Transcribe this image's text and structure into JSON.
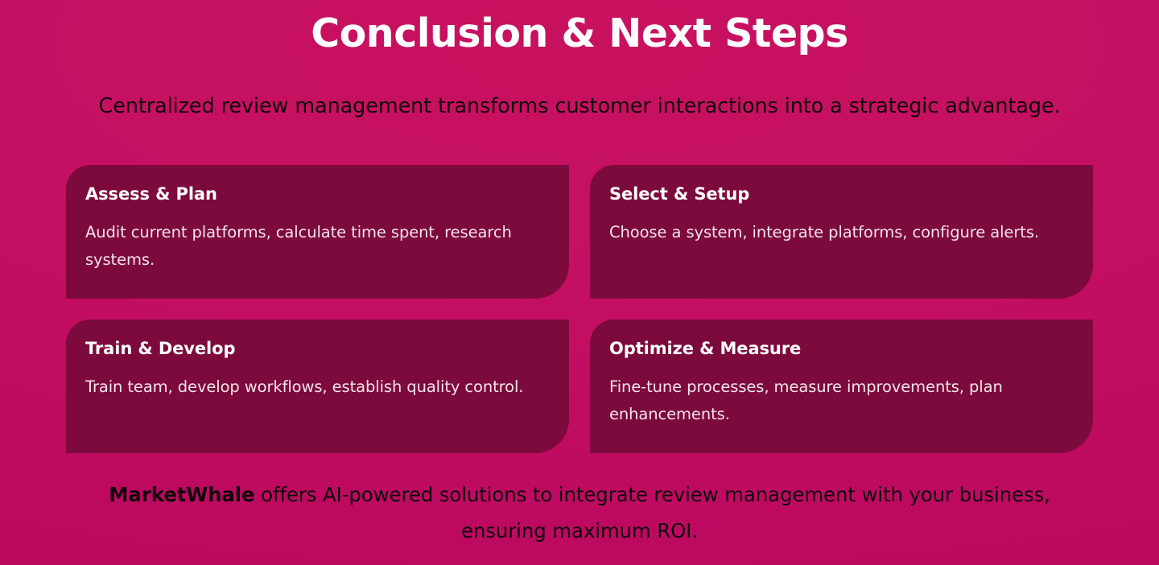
{
  "slide": {
    "title": "Conclusion & Next Steps",
    "subtitle": "Centralized review management transforms customer interactions into a strategic advantage.",
    "cards": [
      {
        "title": "Assess & Plan",
        "description": "Audit current platforms, calculate time spent, research systems."
      },
      {
        "title": "Select & Setup",
        "description": "Choose a system, integrate platforms, configure alerts."
      },
      {
        "title": "Train & Develop",
        "description": "Train team, develop workflows, establish quality control."
      },
      {
        "title": "Optimize & Measure",
        "description": "Fine-tune processes, measure improvements, plan enhancements."
      }
    ],
    "footer": {
      "brand": "MarketWhale",
      "rest": " offers AI-powered solutions to integrate review management with your business, ensuring maximum ROI."
    }
  },
  "colors": {
    "background_top": "#c8125f",
    "background_bottom": "#b8075d",
    "card_background": "#7d0a3c",
    "title_text": "#ffffff",
    "body_text": "#10060a",
    "card_title_text": "#ffffff",
    "card_desc_text": "#f2e3ea"
  }
}
